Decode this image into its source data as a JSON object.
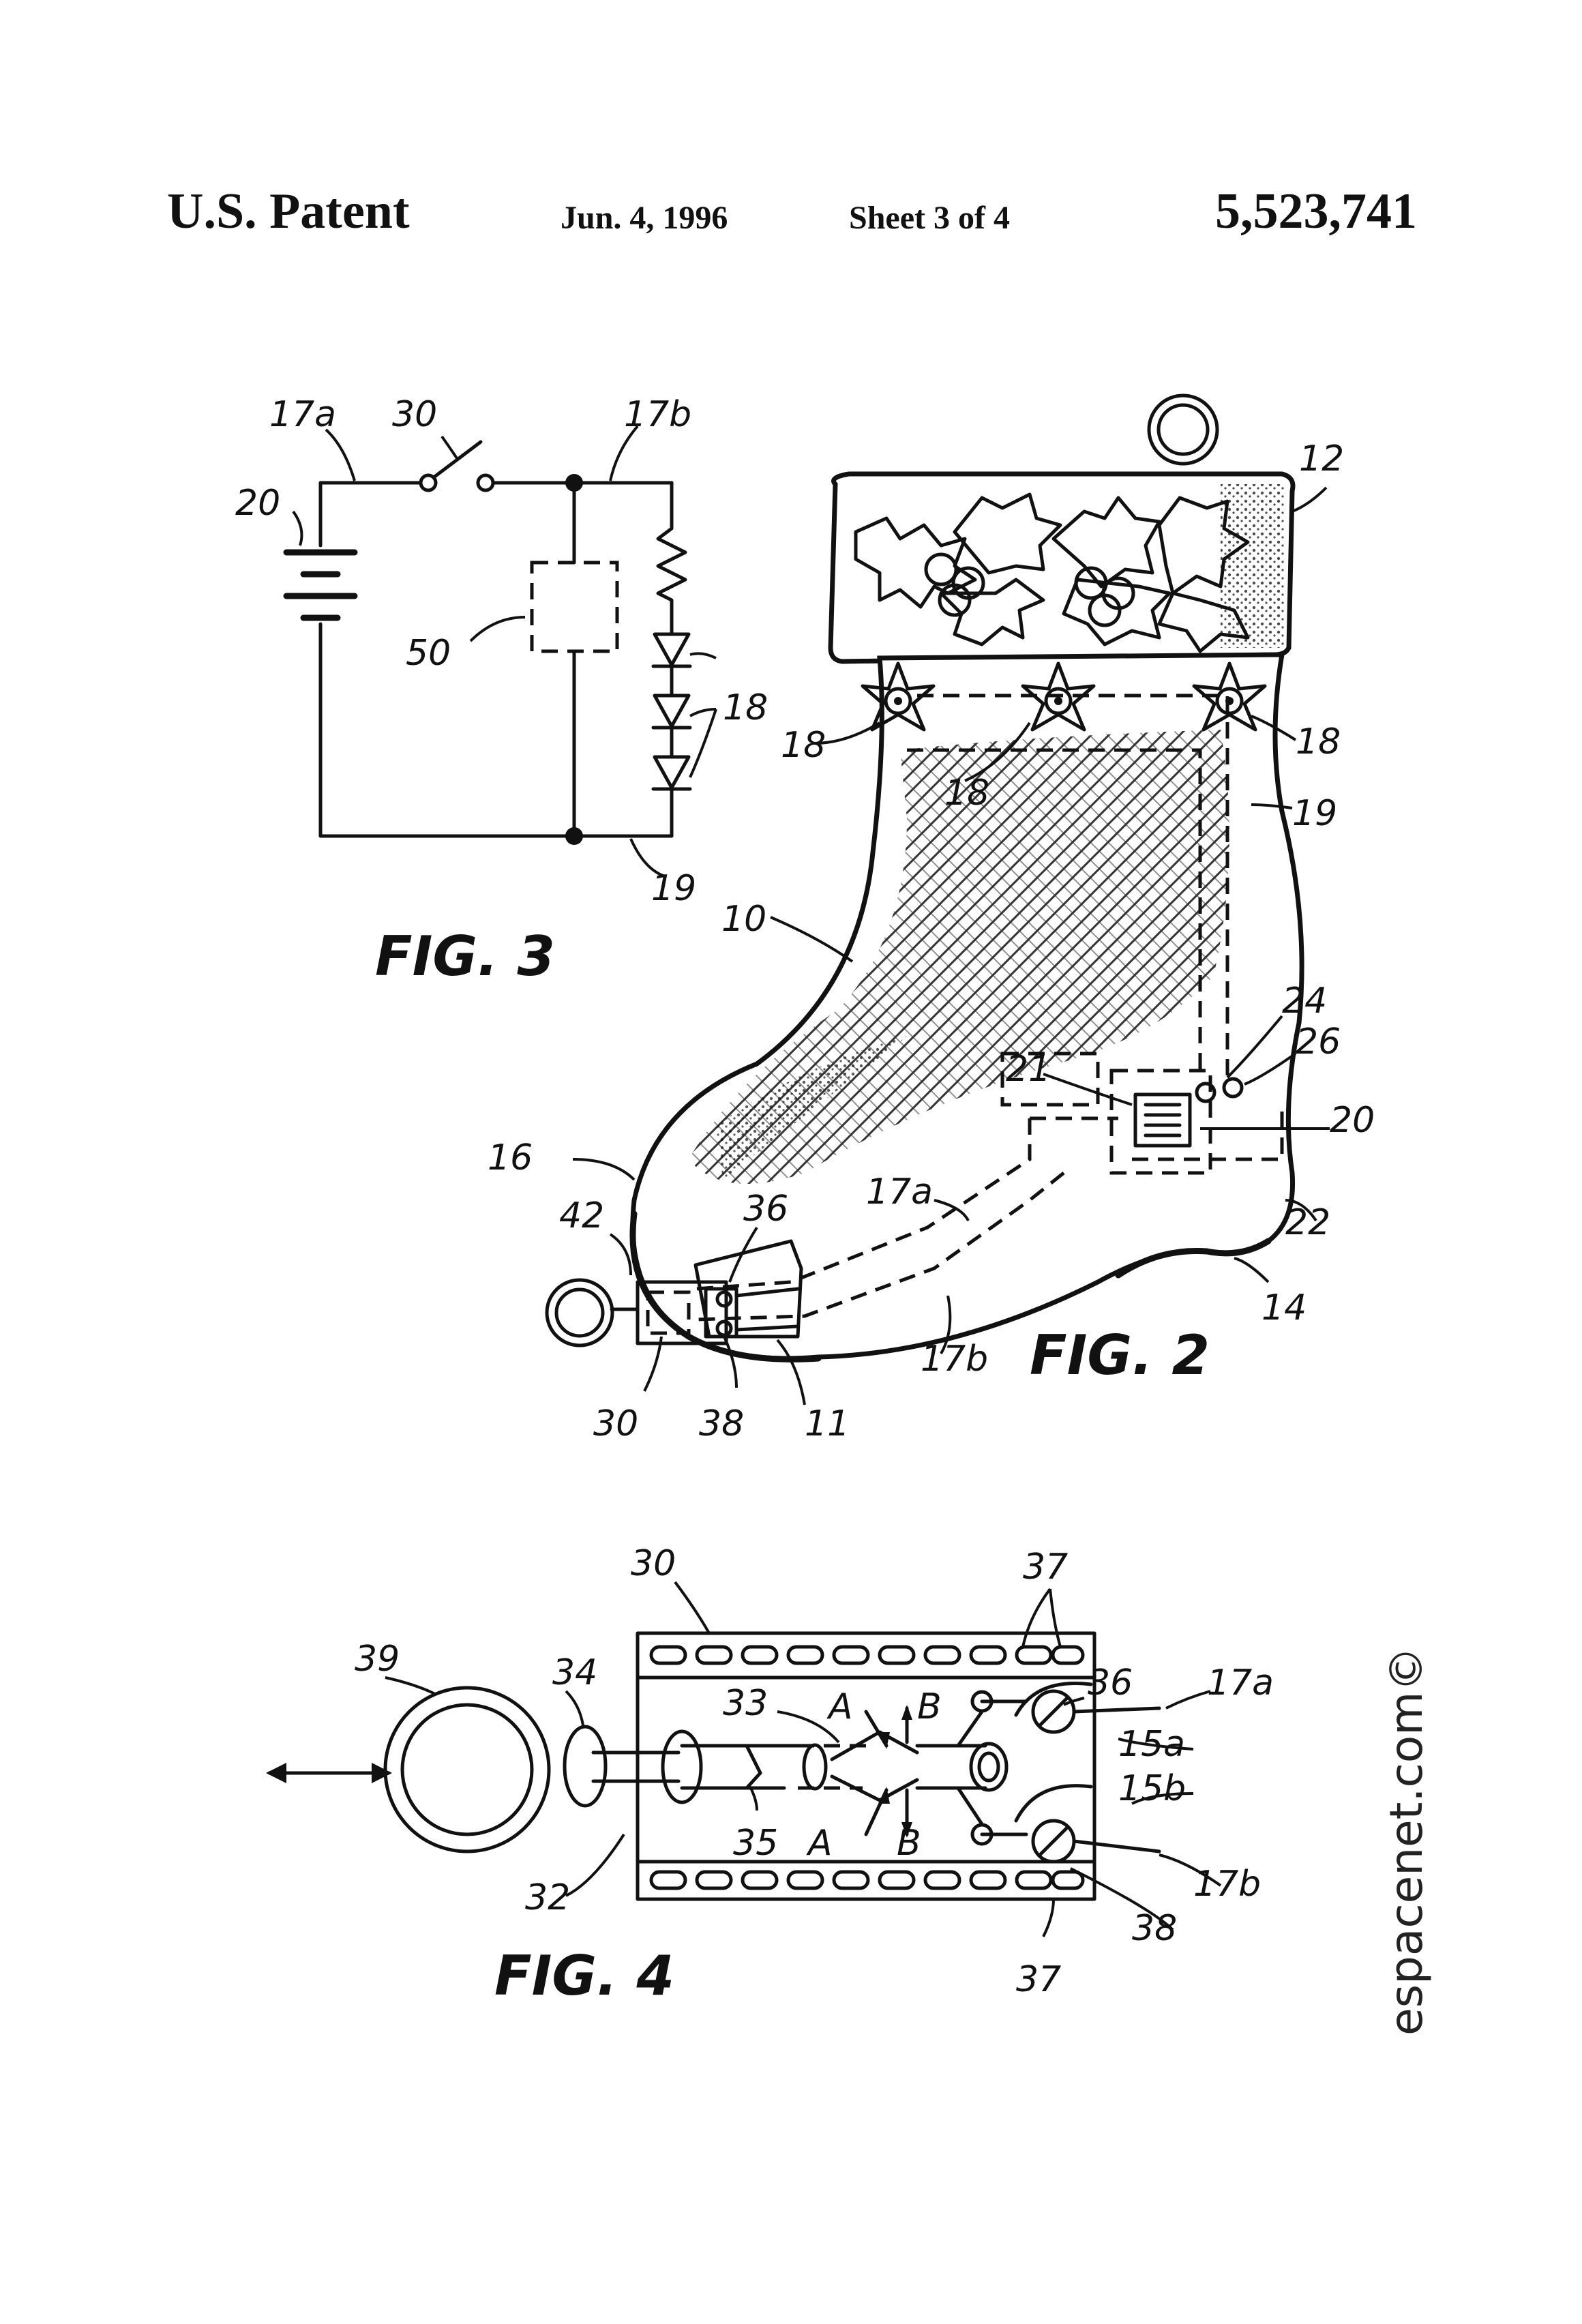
{
  "header": {
    "left": "U.S. Patent",
    "date": "Jun. 4, 1996",
    "sheet": "Sheet 3 of 4",
    "patent_number": "5,523,741"
  },
  "fig3": {
    "caption": "FIG. 3",
    "labels": {
      "l17a": "17a",
      "l30": "30",
      "l17b": "17b",
      "l20": "20",
      "l50": "50",
      "l18": "18",
      "l19": "19"
    }
  },
  "fig2": {
    "caption": "FIG. 2",
    "labels": {
      "l12": "12",
      "l18a": "18",
      "l18b": "18",
      "l18c": "18",
      "l19": "19",
      "l10": "10",
      "l24": "24",
      "l26": "26",
      "l21": "21",
      "l20": "20",
      "l16": "16",
      "l17a": "17a",
      "l22": "22",
      "l42": "42",
      "l36": "36",
      "l14": "14",
      "l17b": "17b",
      "l30": "30",
      "l38": "38",
      "l11": "11"
    }
  },
  "fig4": {
    "caption": "FIG. 4",
    "labels": {
      "l30": "30",
      "l37a": "37",
      "l39": "39",
      "l34": "34",
      "l36": "36",
      "l17a": "17a",
      "l33": "33",
      "lA1": "A",
      "lB1": "B",
      "l15a": "15a",
      "l15b": "15b",
      "l35": "35",
      "lA2": "A",
      "lB2": "B",
      "l32": "32",
      "l17b": "17b",
      "l38": "38",
      "l37b": "37"
    }
  },
  "watermark": "espacenet.com©"
}
